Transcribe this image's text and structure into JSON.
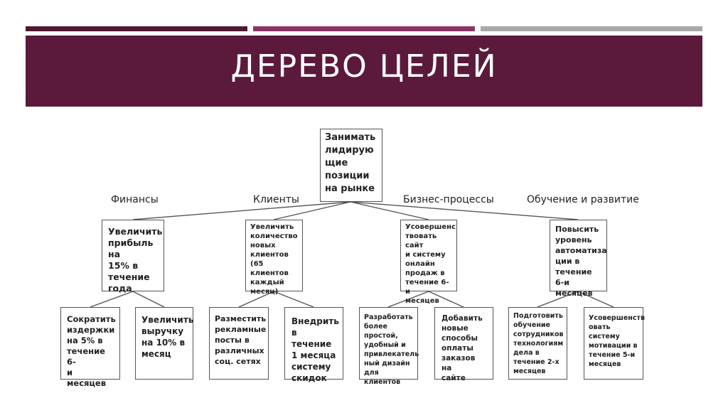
{
  "colors": {
    "bar1": "#4e1a33",
    "bar2": "#8c3466",
    "bar3": "#a8a8a8",
    "banner": "#5b1a3c",
    "line": "#555555"
  },
  "title": "ДЕРЕВО ЦЕЛЕЙ",
  "categories": {
    "finance": "Финансы",
    "clients": "Клиенты",
    "business": "Бизнес-процессы",
    "learning": "Обучение и развитие"
  },
  "nodes": {
    "root": "Занимать\nлидирую\nщие\nпозиции\nна рынке",
    "finance": "Увеличить\nприбыль на\n15% в\nтечение\nгода",
    "clients": "Увеличить\nколичество\nновых\nклиентов (65\nклиентов\nкаждый\nмесяц)",
    "business": "Усовершенс\nтвовать сайт\nи систему\nонлайн\nпродаж в\nтечение 6-и\nмесяцев",
    "learning": "Повысить\nуровень\nавтоматиза\nции в\nтечение 6-и\nмесяцев",
    "f1": "Сократить\nиздержки\nна 5% в\nтечение 6-\nи месяцев",
    "f2": "Увеличить\nвыручку\nна 10% в\nмесяц",
    "c1": "Разместить\nрекламные\nпосты в\nразличных\nсоц. сетях",
    "c2": "Внедрить\nв течение\n1 месяца\nсистему\nскидок",
    "b1": "Разработать\nболее\nпростой,\nудобный и\nпривлекатель\nный дизайн\nдля клиентов",
    "b2": "Добавить\nновые\nспособы\nоплаты\nзаказов на\nсайте",
    "l1": "Подготовить\nобучение\nсотрудников\nтехнологиям\nдела в\nтечение 2-х\nмесяцев",
    "l2": "Усовершенств\nовать систему\nмотивации в\nтечение 5-и\nмесяцев"
  }
}
